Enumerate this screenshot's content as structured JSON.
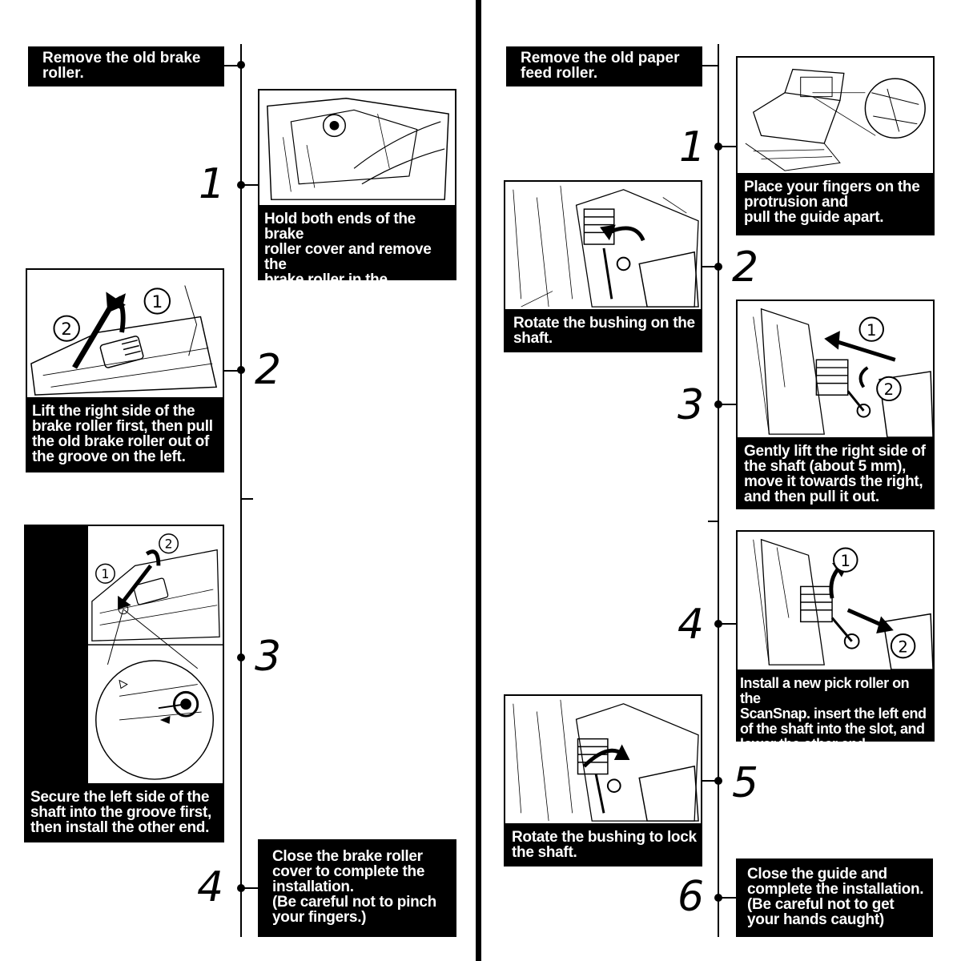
{
  "left": {
    "header": "Remove the old brake\nroller.",
    "steps": [
      {
        "number": "1",
        "caption": "Hold both ends of the brake\nroller cover and remove the\nbrake roller in the direction\nof the arrow."
      },
      {
        "number": "2",
        "caption": "Lift the right side of the\nbrake roller first, then pull\nthe old brake roller out of\nthe groove on the left."
      },
      {
        "number": "3",
        "caption": "Secure the left side of the\nshaft into the groove first,\nthen install the other end."
      },
      {
        "number": "4",
        "caption": "Close the brake roller\ncover to complete the\ninstallation.\n(Be careful not to pinch\nyour fingers.)"
      }
    ]
  },
  "right": {
    "header": "Remove the old paper\nfeed roller.",
    "steps": [
      {
        "number": "1",
        "caption": "Place your fingers on the\nprotrusion and\npull the guide apart."
      },
      {
        "number": "2",
        "caption": "Rotate the bushing on the\nshaft."
      },
      {
        "number": "3",
        "caption": "Gently lift the right side of\nthe shaft (about 5 mm),\nmove it towards the right,\nand then pull it out."
      },
      {
        "number": "4",
        "caption": "Install a new pick roller on the\nScanSnap. insert the left end\nof the shaft into the slot, and\nlower the other end gradually."
      },
      {
        "number": "5",
        "caption": "Rotate the bushing to lock\nthe shaft."
      },
      {
        "number": "6",
        "caption": "Close the guide and\ncomplete the installation.\n(Be careful not to get\nyour hands caught)"
      }
    ]
  },
  "callouts": {
    "one": "1",
    "two": "2"
  }
}
